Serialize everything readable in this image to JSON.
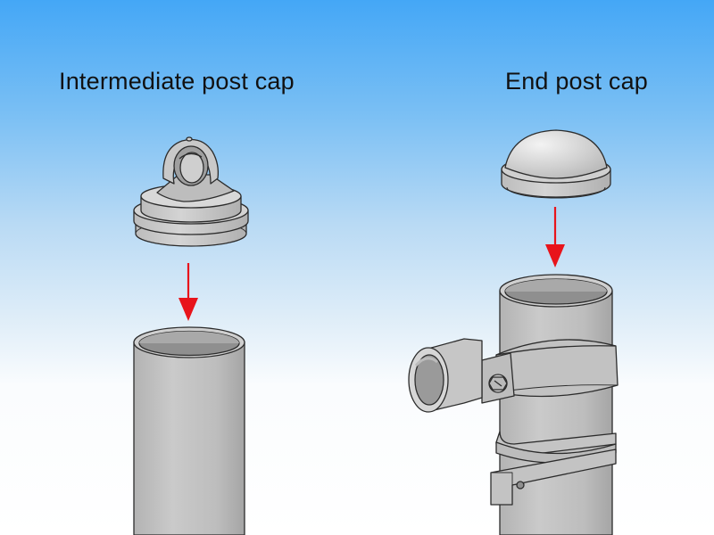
{
  "labels": {
    "intermediate": "Intermediate post cap",
    "end": "End post cap"
  },
  "colors": {
    "metal_fill": "#c4c4c4",
    "metal_light": "#dcdcdc",
    "metal_dark": "#8f8f8f",
    "outline": "#2c2c2c",
    "arrow": "#e8141b",
    "sky_top": "#44a7f6",
    "sky_bottom": "#ffffff"
  },
  "icons": {
    "arrow": "red-down-arrow"
  }
}
